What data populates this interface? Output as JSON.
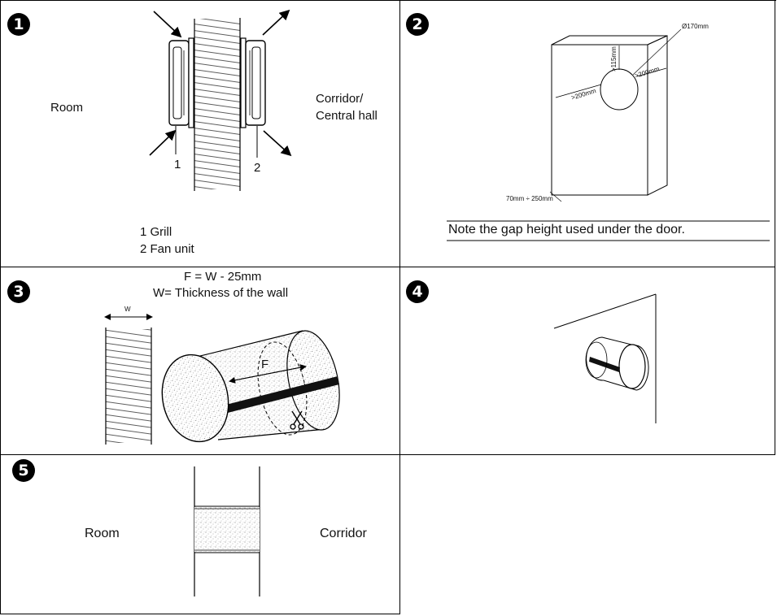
{
  "panel1": {
    "number": "1",
    "room_label": "Room",
    "corridor_line1": "Corridor/",
    "corridor_line2": "Central hall",
    "callout_1": "1",
    "callout_2": "2",
    "legend_1": "1 Grill",
    "legend_2": "2 Fan unit"
  },
  "panel2": {
    "number": "2",
    "diameter": "Ø170mm",
    "dim_top": ">115mm",
    "dim_left": ">200mm",
    "dim_right": ">200mm",
    "thickness": "70mm ÷ 250mm",
    "note": "Note the gap height used under the door."
  },
  "panel3": {
    "number": "3",
    "formula": "F = W - 25mm",
    "definition": "W= Thickness of the wall",
    "w_label": "W",
    "f_label": "F"
  },
  "panel4": {
    "number": "4"
  },
  "panel5": {
    "number": "5",
    "room_label": "Room",
    "corridor_label": "Corridor"
  },
  "icons": [
    "arrow-in-icon",
    "arrow-out-icon",
    "scissors-icon"
  ]
}
